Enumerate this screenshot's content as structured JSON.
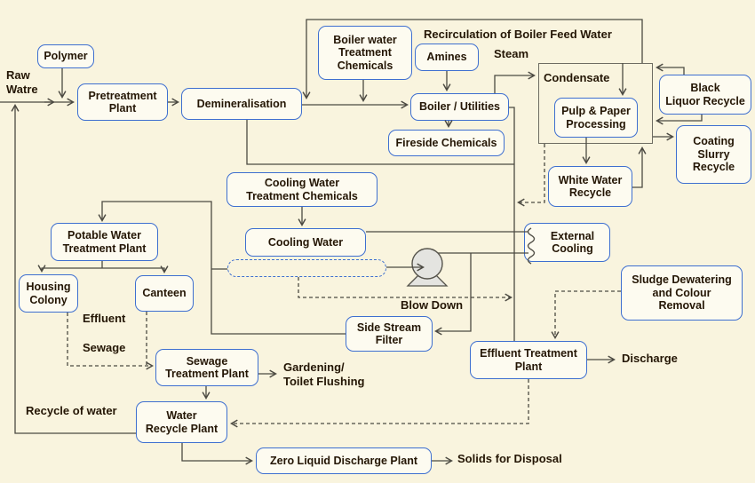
{
  "diagram_type": "process-flow-diagram",
  "colors": {
    "background": "#f9f4de",
    "box_border": "#3e6fd0",
    "box_fill": "#fdfbf0",
    "text": "#241605",
    "connector_line": "#4c4a42",
    "container_border": "#6e6c62",
    "pump_fill": "#e4e4e0"
  },
  "boxes": {
    "polymer": "Polymer",
    "pretreatment_plant": "Pretreatment\nPlant",
    "demineralisation": "Demineralisation",
    "boiler_water_treatment_chemicals": "Boiler water\nTreatment\nChemicals",
    "amines": "Amines",
    "boiler_utilities": "Boiler / Utilities",
    "fireside_chemicals": "Fireside Chemicals",
    "condensate": "Condensate",
    "pulp_paper_processing": "Pulp & Paper\nProcessing",
    "black_liquor_recycle": "Black\nLiquor Recycle",
    "coating_slurry_recycle": "Coating\nSlurry\nRecycle",
    "white_water_recycle": "White Water\nRecycle",
    "cooling_water_treatment_chemicals": "Cooling Water\nTreatment Chemicals",
    "cooling_water": "Cooling Water",
    "external_cooling": "External\nCooling",
    "potable_water_treatment_plant": "Potable Water\nTreatment Plant",
    "housing_colony": "Housing\nColony",
    "canteen": "Canteen",
    "sludge_dewatering": "Sludge Dewatering\nand Colour\nRemoval",
    "side_stream_filter": "Side Stream\nFilter",
    "effluent_treatment_plant": "Effluent Treatment\nPlant",
    "sewage_treatment_plant": "Sewage\nTreatment Plant",
    "water_recycle_plant": "Water\nRecycle Plant",
    "zero_liquid_discharge_plant": "Zero Liquid Discharge Plant"
  },
  "labels": {
    "raw_water": "Raw\nWatre",
    "recirculation": "Recirculation of Boiler Feed Water",
    "steam": "Steam",
    "effluent": "Effluent",
    "sewage": "Sewage",
    "blow_down": "Blow Down",
    "gardening_toilet_flushing": "Gardening/\nToilet Flushing",
    "recycle_of_water": "Recycle of water",
    "discharge": "Discharge",
    "solids_for_disposal": "Solids for Disposal"
  },
  "icons": {
    "pump": "centrifugal-pump-icon",
    "external_cooling_coil": "heat-exchanger-coil-icon"
  }
}
